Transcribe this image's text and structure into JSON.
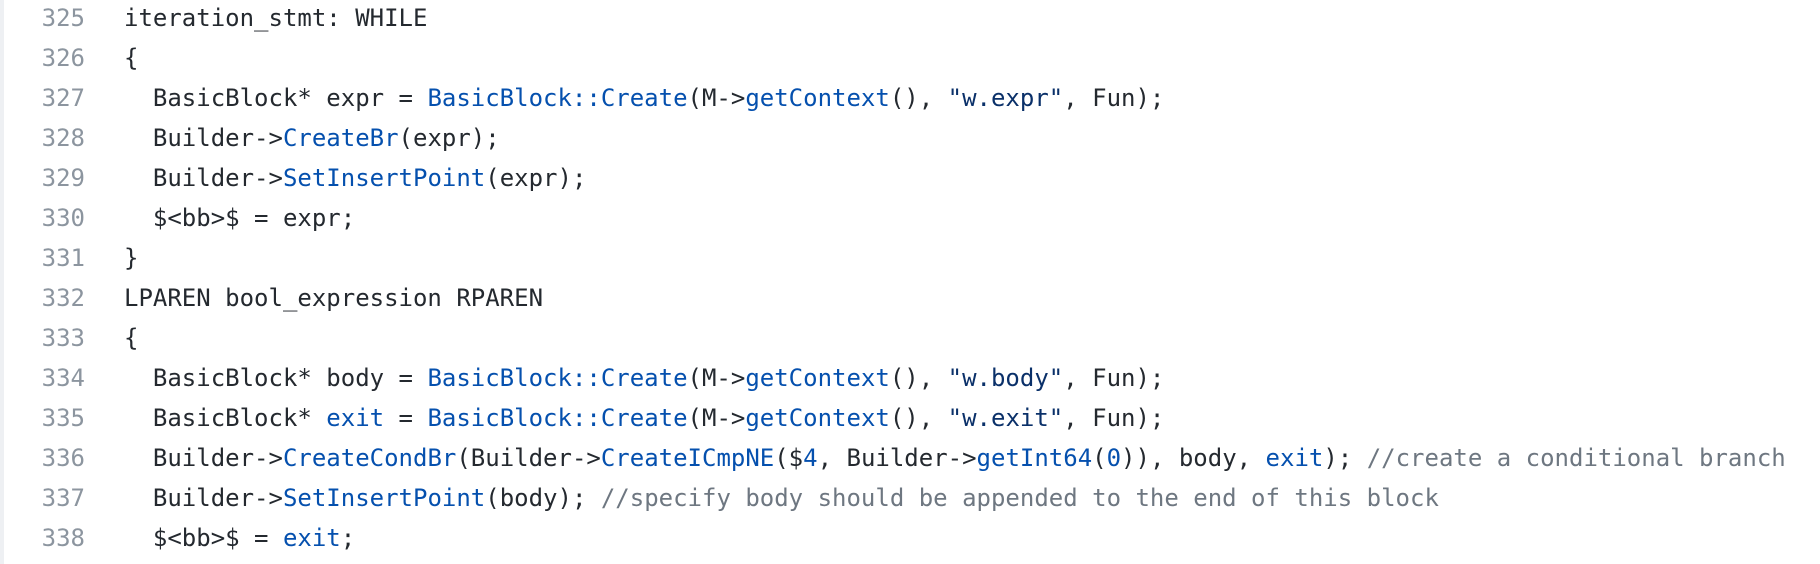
{
  "colors": {
    "plain": "#24292f",
    "function": "#0550ae",
    "string": "#0a3069",
    "comment": "#6e7781",
    "line_number": "#8c959f"
  },
  "lines": [
    {
      "num": "325",
      "tokens": [
        {
          "t": "iteration_stmt: WHILE",
          "k": "plain"
        }
      ]
    },
    {
      "num": "326",
      "tokens": [
        {
          "t": "{",
          "k": "plain"
        }
      ]
    },
    {
      "num": "327",
      "tokens": [
        {
          "t": "  BasicBlock* expr = ",
          "k": "plain"
        },
        {
          "t": "BasicBlock::Create",
          "k": "fn"
        },
        {
          "t": "(M->",
          "k": "plain"
        },
        {
          "t": "getContext",
          "k": "fn"
        },
        {
          "t": "(), ",
          "k": "plain"
        },
        {
          "t": "\"w.expr\"",
          "k": "str"
        },
        {
          "t": ", Fun);",
          "k": "plain"
        }
      ]
    },
    {
      "num": "328",
      "tokens": [
        {
          "t": "  Builder->",
          "k": "plain"
        },
        {
          "t": "CreateBr",
          "k": "fn"
        },
        {
          "t": "(expr);",
          "k": "plain"
        }
      ]
    },
    {
      "num": "329",
      "tokens": [
        {
          "t": "  Builder->",
          "k": "plain"
        },
        {
          "t": "SetInsertPoint",
          "k": "fn"
        },
        {
          "t": "(expr);",
          "k": "plain"
        }
      ]
    },
    {
      "num": "330",
      "tokens": [
        {
          "t": "  $<bb>$ = expr;",
          "k": "plain"
        }
      ]
    },
    {
      "num": "331",
      "tokens": [
        {
          "t": "}",
          "k": "plain"
        }
      ]
    },
    {
      "num": "332",
      "tokens": [
        {
          "t": "LPAREN bool_expression RPAREN",
          "k": "plain"
        }
      ]
    },
    {
      "num": "333",
      "tokens": [
        {
          "t": "{",
          "k": "plain"
        }
      ]
    },
    {
      "num": "334",
      "tokens": [
        {
          "t": "  BasicBlock* body = ",
          "k": "plain"
        },
        {
          "t": "BasicBlock::Create",
          "k": "fn"
        },
        {
          "t": "(M->",
          "k": "plain"
        },
        {
          "t": "getContext",
          "k": "fn"
        },
        {
          "t": "(), ",
          "k": "plain"
        },
        {
          "t": "\"w.body\"",
          "k": "str"
        },
        {
          "t": ", Fun);",
          "k": "plain"
        }
      ]
    },
    {
      "num": "335",
      "tokens": [
        {
          "t": "  BasicBlock* ",
          "k": "plain"
        },
        {
          "t": "exit",
          "k": "fn"
        },
        {
          "t": " = ",
          "k": "plain"
        },
        {
          "t": "BasicBlock::Create",
          "k": "fn"
        },
        {
          "t": "(M->",
          "k": "plain"
        },
        {
          "t": "getContext",
          "k": "fn"
        },
        {
          "t": "(), ",
          "k": "plain"
        },
        {
          "t": "\"w.exit\"",
          "k": "str"
        },
        {
          "t": ", Fun);",
          "k": "plain"
        }
      ]
    },
    {
      "num": "336",
      "tokens": [
        {
          "t": "  Builder->",
          "k": "plain"
        },
        {
          "t": "CreateCondBr",
          "k": "fn"
        },
        {
          "t": "(Builder->",
          "k": "plain"
        },
        {
          "t": "CreateICmpNE",
          "k": "fn"
        },
        {
          "t": "($",
          "k": "plain"
        },
        {
          "t": "4",
          "k": "fn"
        },
        {
          "t": ", Builder->",
          "k": "plain"
        },
        {
          "t": "getInt64",
          "k": "fn"
        },
        {
          "t": "(",
          "k": "plain"
        },
        {
          "t": "0",
          "k": "fn"
        },
        {
          "t": ")), body, ",
          "k": "plain"
        },
        {
          "t": "exit",
          "k": "fn"
        },
        {
          "t": "); ",
          "k": "plain"
        },
        {
          "t": "//create a conditional branch",
          "k": "com"
        }
      ]
    },
    {
      "num": "337",
      "tokens": [
        {
          "t": "  Builder->",
          "k": "plain"
        },
        {
          "t": "SetInsertPoint",
          "k": "fn"
        },
        {
          "t": "(body); ",
          "k": "plain"
        },
        {
          "t": "//specify body should be appended to the end of this block",
          "k": "com"
        }
      ]
    },
    {
      "num": "338",
      "tokens": [
        {
          "t": "  $<bb>$ = ",
          "k": "plain"
        },
        {
          "t": "exit",
          "k": "fn"
        },
        {
          "t": ";",
          "k": "plain"
        }
      ]
    }
  ]
}
